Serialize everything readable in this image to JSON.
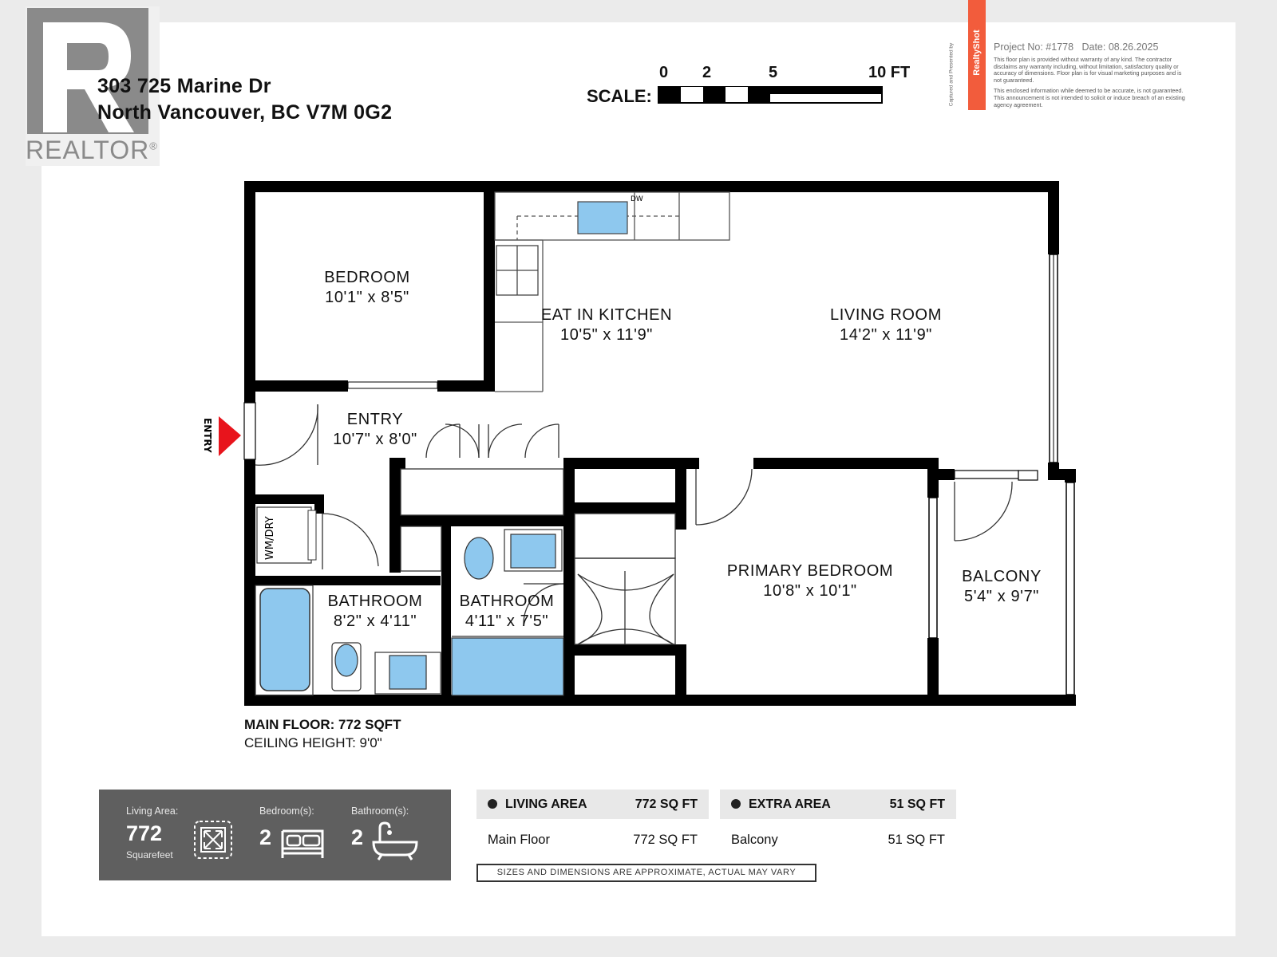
{
  "header": {
    "address_line1": "303 725 Marine Dr",
    "address_line2": "North Vancouver, BC V7M 0G2",
    "realtor_logo_text": "REALTOR",
    "realtor_logo_mark": "®"
  },
  "scale": {
    "label": "SCALE:",
    "ticks": [
      "0",
      "2",
      "5",
      "10 FT"
    ]
  },
  "project": {
    "number_label": "Project No: #1778",
    "date_label": "Date: 08.26.2025",
    "disclaimer1": "This floor plan is provided without warranty of any kind. The contractor disclaims any warranty including, without limitation, satisfactory quality or accuracy of dimensions. Floor plan is for visual marketing purposes and is not guaranteed.",
    "disclaimer2": "This enclosed information while deemed to be accurate, is not guaranteed. This announcement is not intended to solicit or induce breach of an existing agency agreement.",
    "brand": "RealtyShot",
    "captured": "Captured and Presented by"
  },
  "rooms": [
    {
      "name": "BEDROOM",
      "dims": "10'1\" x 8'5\""
    },
    {
      "name": "EAT IN KITCHEN",
      "dims": "10'5\" x 11'9\""
    },
    {
      "name": "LIVING ROOM",
      "dims": "14'2\" x 11'9\""
    },
    {
      "name": "ENTRY",
      "dims": "10'7\" x 8'0\""
    },
    {
      "name": "BATHROOM",
      "dims": "8'2\" x 4'11\""
    },
    {
      "name": "BATHROOM",
      "dims": "4'11\" x 7'5\""
    },
    {
      "name": "PRIMARY BEDROOM",
      "dims": "10'8\" x 10'1\""
    },
    {
      "name": "BALCONY",
      "dims": "5'4\" x 9'7\""
    }
  ],
  "fixtures": {
    "dishwasher": "DW",
    "laundry": "WM/DRY",
    "entry_marker": "ENTRY"
  },
  "floor": {
    "main_floor": "MAIN FLOOR: 772 SQFT",
    "ceiling": "CEILING HEIGHT: 9'0\""
  },
  "stats": {
    "living_area_label": "Living Area:",
    "living_area_value": "772",
    "living_area_unit": "Squarefeet",
    "bedrooms_label": "Bedroom(s):",
    "bedrooms_value": "2",
    "bathrooms_label": "Bathroom(s):",
    "bathrooms_value": "2"
  },
  "area_tables": {
    "living": {
      "header": "LIVING AREA",
      "header_value": "772 SQ FT",
      "row_label": "Main Floor",
      "row_value": "772 SQ FT"
    },
    "extra": {
      "header": "EXTRA AREA",
      "header_value": "51 SQ FT",
      "row_label": "Balcony",
      "row_value": "51 SQ FT"
    }
  },
  "disclaimer_bar": "SIZES AND DIMENSIONS ARE APPROXIMATE, ACTUAL MAY VARY",
  "colors": {
    "wall": "#000000",
    "fixture_blue": "#8ec8ee",
    "brand_orange": "#f25c3c",
    "entry_red": "#e8141c",
    "stats_panel": "#5f5f5f",
    "realtor_grey": "#8a8a8a"
  }
}
